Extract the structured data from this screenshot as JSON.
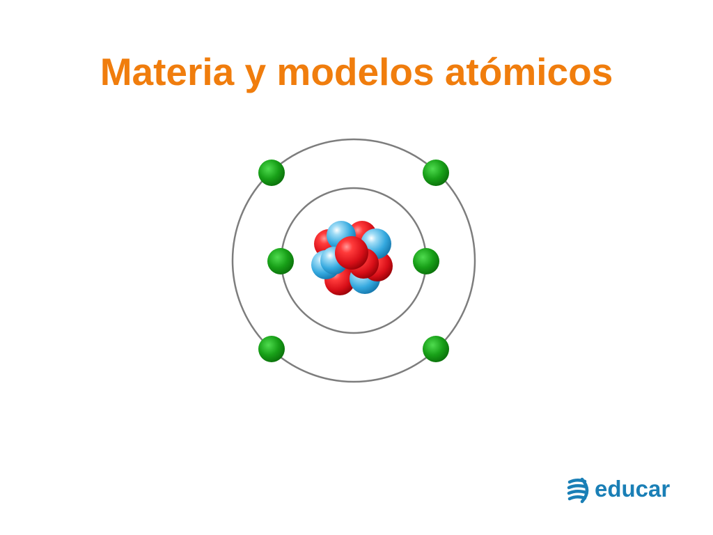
{
  "slide": {
    "title": "Materia y modelos atómicos"
  },
  "diagram": {
    "icon": "atom-bohr-model",
    "orbits": 2,
    "electrons_outer": 4,
    "electrons_inner": 2,
    "colors": {
      "title": "#f07d0d",
      "orbit": "#7d7d7d",
      "electron": "#1fa51f",
      "proton": "#e3141e",
      "neutron": "#3fb2e5"
    }
  },
  "logo": {
    "text": "educar",
    "color": "#1a7fb6",
    "icon": "educar-logo-mark"
  }
}
